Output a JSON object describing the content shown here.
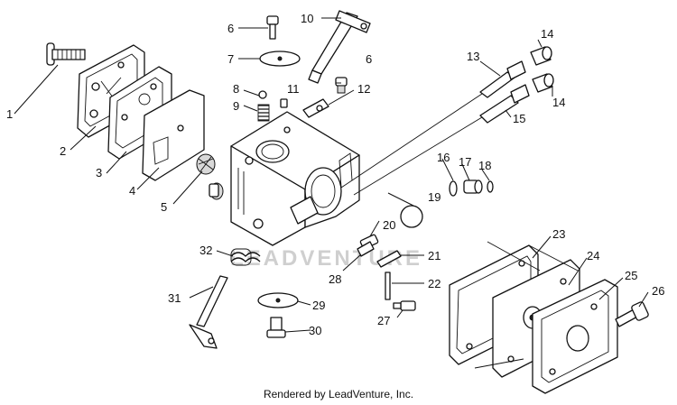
{
  "credit": "Rendered by LeadVenture, Inc.",
  "watermark": "LEADVENTURE",
  "callouts": [
    "1",
    "2",
    "3",
    "4",
    "5",
    "6",
    "7",
    "8",
    "9",
    "10",
    "11",
    "6",
    "12",
    "13",
    "14",
    "14",
    "15",
    "16",
    "17",
    "18",
    "19",
    "20",
    "21",
    "22",
    "23",
    "24",
    "25",
    "26",
    "27",
    "28",
    "29",
    "30",
    "31",
    "32"
  ]
}
